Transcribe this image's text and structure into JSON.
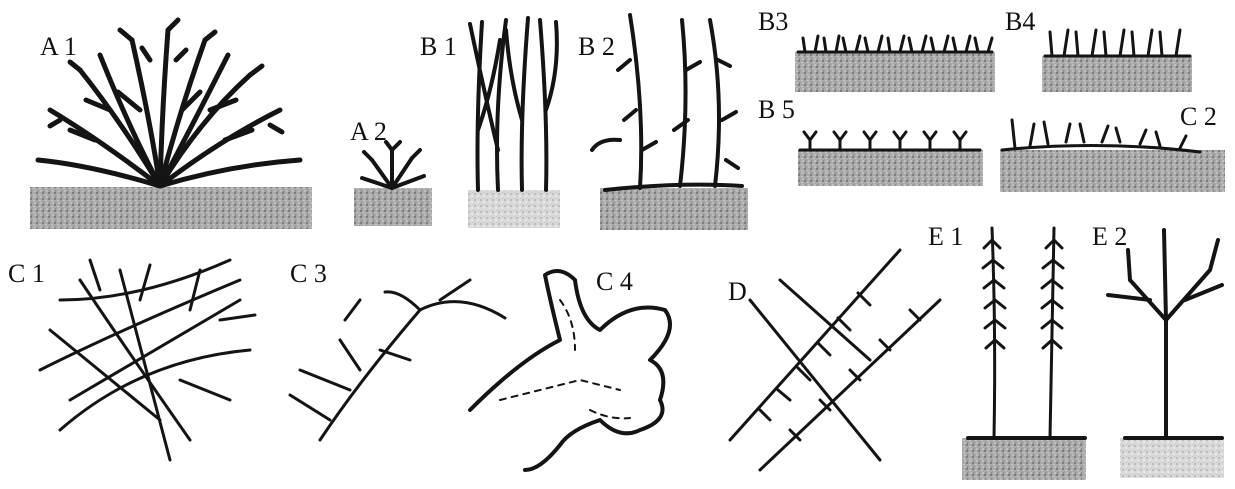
{
  "figure": {
    "labels": {
      "A1": "A 1",
      "A2": "A 2",
      "B1": "B 1",
      "B2": "B 2",
      "B3": "B3",
      "B4": "B4",
      "B5": "B 5",
      "C1": "C 1",
      "C2": "C 2",
      "C3": "C 3",
      "C4": "C 4",
      "D": "D",
      "E1": "E 1",
      "E2": "E 2"
    },
    "colors": {
      "ink": "#141414",
      "substrate_dark": "#9a9a9a",
      "substrate_light": "#d4d4d4",
      "background": "#ffffff"
    }
  }
}
